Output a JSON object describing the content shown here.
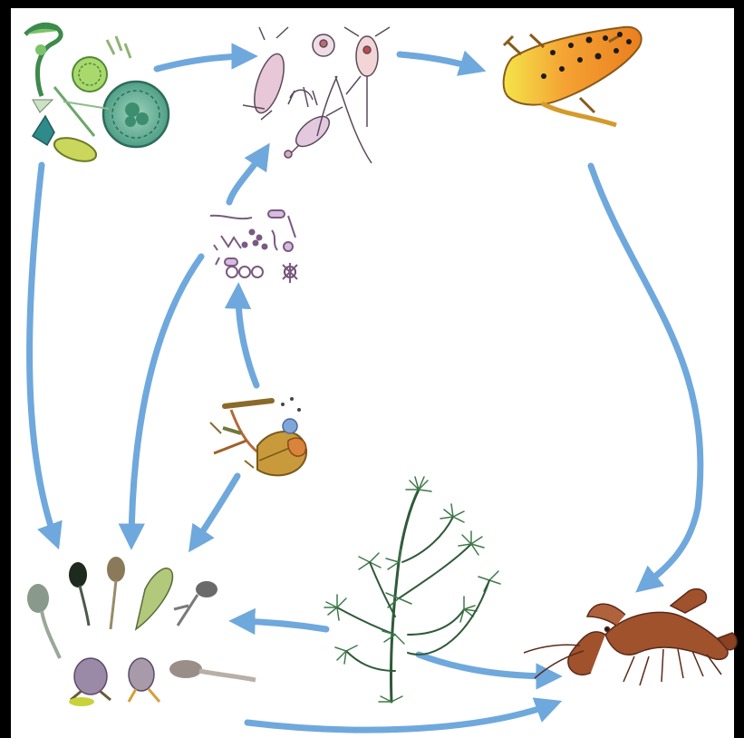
{
  "diagram": {
    "kind": "food-web",
    "frame_color": "#000000",
    "arrow_color": "#6fa8dc",
    "nodes": [
      {
        "id": "phytoplankton",
        "icon": "phytoplankton-icon"
      },
      {
        "id": "zooplankton",
        "icon": "zooplankton-icon"
      },
      {
        "id": "newt",
        "icon": "newt-icon"
      },
      {
        "id": "bacteria",
        "icon": "bacteria-icon"
      },
      {
        "id": "detritus",
        "icon": "detritus-icon"
      },
      {
        "id": "tadpoles",
        "icon": "tadpole-icon"
      },
      {
        "id": "waterweed",
        "icon": "waterweed-icon"
      },
      {
        "id": "crayfish",
        "icon": "crayfish-icon"
      }
    ],
    "edges": [
      {
        "from": "phytoplankton",
        "to": "zooplankton"
      },
      {
        "from": "zooplankton",
        "to": "newt"
      },
      {
        "from": "newt",
        "to": "crayfish"
      },
      {
        "from": "phytoplankton",
        "to": "tadpoles"
      },
      {
        "from": "bacteria",
        "to": "zooplankton"
      },
      {
        "from": "bacteria",
        "to": "tadpoles"
      },
      {
        "from": "detritus",
        "to": "bacteria"
      },
      {
        "from": "detritus",
        "to": "tadpoles"
      },
      {
        "from": "waterweed",
        "to": "tadpoles"
      },
      {
        "from": "waterweed",
        "to": "crayfish"
      },
      {
        "from": "tadpoles",
        "to": "crayfish"
      }
    ]
  }
}
